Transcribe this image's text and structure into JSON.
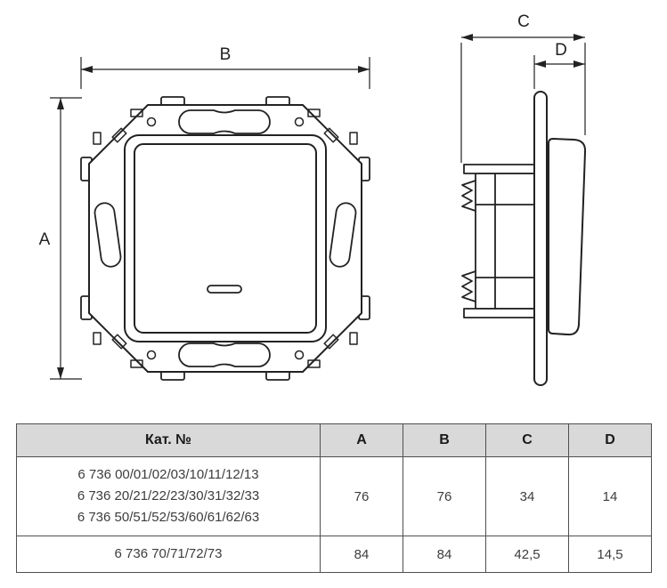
{
  "drawing": {
    "dim_labels": {
      "a": "A",
      "b": "B",
      "c": "C",
      "d": "D"
    }
  },
  "table": {
    "header": {
      "catalog": "Кат. №",
      "a": "A",
      "b": "B",
      "c": "C",
      "d": "D"
    },
    "rows": [
      {
        "catalog_lines": [
          "6 736 00/01/02/03/10/11/12/13",
          "6 736 20/21/22/23/30/31/32/33",
          "6 736 50/51/52/53/60/61/62/63"
        ],
        "a": "76",
        "b": "76",
        "c": "34",
        "d": "14"
      },
      {
        "catalog_lines": [
          "6 736 70/71/72/73"
        ],
        "a": "84",
        "b": "84",
        "c": "42,5",
        "d": "14,5"
      }
    ]
  },
  "colors": {
    "line": "#222222",
    "table_header_bg": "#d9d9d9",
    "text": "#3d3d3d"
  }
}
